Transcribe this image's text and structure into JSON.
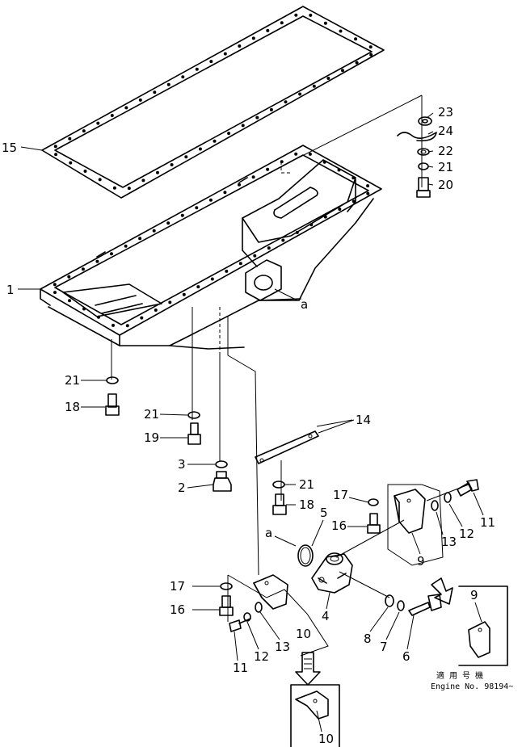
{
  "diagram": {
    "callouts": [
      {
        "key": "c15",
        "text": "15"
      },
      {
        "key": "c23",
        "text": "23"
      },
      {
        "key": "c24",
        "text": "24"
      },
      {
        "key": "c22",
        "text": "22"
      },
      {
        "key": "c21a",
        "text": "21"
      },
      {
        "key": "c20",
        "text": "20"
      },
      {
        "key": "c1",
        "text": "1"
      },
      {
        "key": "ca1",
        "text": "a"
      },
      {
        "key": "c21b",
        "text": "21"
      },
      {
        "key": "c18a",
        "text": "18"
      },
      {
        "key": "c21c",
        "text": "21"
      },
      {
        "key": "c19",
        "text": "19"
      },
      {
        "key": "c3",
        "text": "3"
      },
      {
        "key": "c2",
        "text": "2"
      },
      {
        "key": "c14",
        "text": "14"
      },
      {
        "key": "c21d",
        "text": "21"
      },
      {
        "key": "c18b",
        "text": "18"
      },
      {
        "key": "c17a",
        "text": "17"
      },
      {
        "key": "c16a",
        "text": "16"
      },
      {
        "key": "c5",
        "text": "5"
      },
      {
        "key": "ca2",
        "text": "a"
      },
      {
        "key": "c9a",
        "text": "9"
      },
      {
        "key": "c13a",
        "text": "13"
      },
      {
        "key": "c12a",
        "text": "12"
      },
      {
        "key": "c11a",
        "text": "11"
      },
      {
        "key": "c17b",
        "text": "17"
      },
      {
        "key": "c16b",
        "text": "16"
      },
      {
        "key": "c4",
        "text": "4"
      },
      {
        "key": "c10a",
        "text": "10"
      },
      {
        "key": "c13b",
        "text": "13"
      },
      {
        "key": "c12b",
        "text": "12"
      },
      {
        "key": "c11b",
        "text": "11"
      },
      {
        "key": "c8",
        "text": "8"
      },
      {
        "key": "c7",
        "text": "7"
      },
      {
        "key": "c6",
        "text": "6"
      },
      {
        "key": "c9b",
        "text": "9"
      },
      {
        "key": "c10b",
        "text": "10"
      }
    ],
    "applicability_note": {
      "line1": "適 用 号 機",
      "line2": "Engine  No. 98194~"
    }
  }
}
